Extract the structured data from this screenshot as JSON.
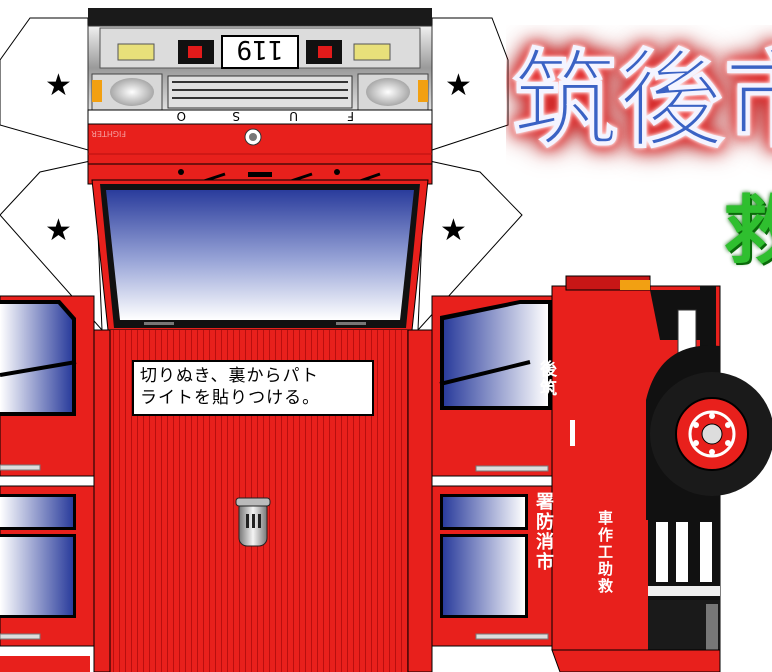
{
  "title": "筑後市",
  "subtitle_fragment": "救",
  "cab_number": "119",
  "brand_letters": [
    "F",
    "U",
    "S",
    "O"
  ],
  "model_name": "FIGHTER",
  "instruction_lines": [
    "切りぬき、裏からパト",
    "ライトを貼りつける。"
  ],
  "door_text": "後筑",
  "side_text_right": "署防消市",
  "side_text_left": "車作工助救",
  "star": "★",
  "colors": {
    "body_red": "#e8201c",
    "dark_red": "#b80f0f",
    "glass_blue": "#2a3c9c",
    "title_blue": "#3a62c4",
    "title_glow": "#e01818",
    "subtitle_green": "#2fbf2f",
    "amber": "#f2a012"
  },
  "icons": [
    "star-icon",
    "emblem-icon",
    "wheel-icon",
    "vent-icon",
    "headlight-icon"
  ]
}
